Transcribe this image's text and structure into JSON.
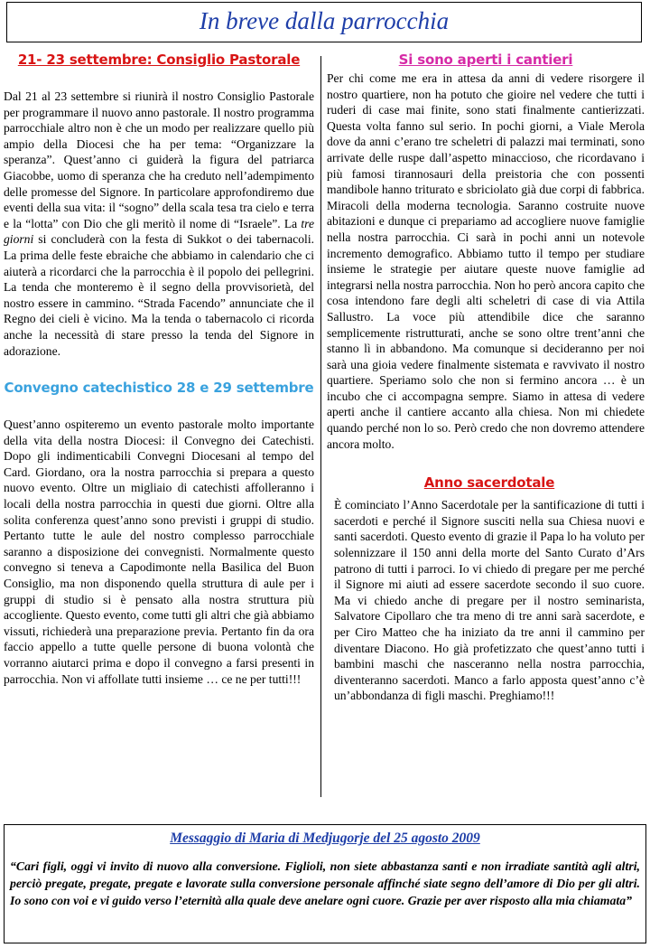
{
  "header": {
    "title": "In breve dalla parrocchia"
  },
  "left": {
    "section1": {
      "title": "21- 23 settembre: Consiglio Pastorale",
      "text_a": "Dal 21 al 23 settembre si riunirà il nostro Consiglio Pastorale per programmare il nuovo anno pastorale. Il nostro programma parrocchiale altro non è che un modo per realizzare quello più ampio della Diocesi che ha per tema: “Organizzare la speranza”. Quest’anno ci guiderà la figura del patriarca Giacobbe, uomo di speranza che ha creduto nell’adempimento delle promesse del Signore. In particolare approfondiremo due eventi della sua vita: il “sogno” della scala tesa tra cielo e terra e la “lotta” con Dio che gli meritò il nome di “Israele”. La ",
      "text_em": "tre giorni",
      "text_b": " si concluderà con la festa di Sukkot o dei tabernacoli. La prima delle feste ebraiche che abbiamo in calendario che ci aiuterà a ricordarci che la parrocchia è il popolo dei pellegrini. La tenda che monteremo è il segno della provvisorietà, del nostro essere in cammino. “Strada Facendo” annunciate che il Regno dei cieli è vicino. Ma la tenda o tabernacolo ci ricorda anche la necessità di stare presso la tenda del Signore in adorazione."
    },
    "section2": {
      "title": "Convegno catechistico 28 e 29 settembre",
      "text": "Quest’anno ospiteremo un evento pastorale molto importante della vita della nostra Diocesi: il Convegno dei Catechisti. Dopo gli indimenticabili Convegni Diocesani al tempo del Card. Giordano, ora la nostra parrocchia si prepara a questo nuovo evento. Oltre un migliaio di catechisti affolleranno i locali della nostra parrocchia in questi due giorni. Oltre alla solita conferenza quest’anno sono previsti i gruppi di studio. Pertanto tutte le aule del nostro complesso parrocchiale saranno a disposizione dei convegnisti. Normalmente questo convegno si teneva a Capodimonte nella Basilica del Buon Consiglio, ma non disponendo quella struttura di aule per i gruppi di studio si è pensato alla nostra struttura più accogliente. Questo evento, come tutti gli altri che già abbiamo vissuti, richiederà una preparazione previa. Pertanto fin da ora faccio appello a tutte quelle persone di buona volontà che vorranno aiutarci prima e dopo il convegno a farsi presenti in parrocchia. Non vi affollate tutti insieme … ce ne per tutti!!!"
    }
  },
  "right": {
    "section1": {
      "title": "Si sono aperti i cantieri",
      "text": "Per chi come me era in attesa da anni di vedere risorgere il nostro quartiere, non ha potuto che gioire nel vedere che tutti i ruderi di case mai finite, sono stati finalmente cantierizzati. Questa volta fanno sul serio. In pochi giorni, a Viale Merola dove da anni c’erano tre scheletri di palazzi mai terminati, sono arrivate delle ruspe dall’aspetto minaccioso, che ricordavano i più famosi tirannosauri della preistoria che con possenti mandibole hanno triturato e sbriciolato già due corpi di fabbrica. Miracoli della moderna tecnologia. Saranno costruite nuove abitazioni e dunque ci prepariamo ad accogliere nuove famiglie nella nostra parrocchia. Ci sarà in pochi anni un notevole incremento demografico. Abbiamo tutto il tempo per studiare insieme le strategie per aiutare queste nuove famiglie ad integrarsi nella nostra parrocchia. Non ho però ancora capito che cosa intendono fare degli alti scheletri di case di via Attila Sallustro. La voce più attendibile dice che saranno semplicemente ristrutturati, anche se sono oltre trent’anni che stanno lì in abbandono. Ma comunque si decideranno per noi sarà una gioia vedere finalmente sistemata e ravvivato il nostro quartiere. Speriamo solo che non si fermino ancora … è un incubo che ci accompagna sempre. Siamo in attesa di vedere aperti anche il cantiere accanto alla chiesa. Non mi chiedete quando perché non lo so. Però credo che non dovremo attendere ancora molto."
    },
    "section2": {
      "title": "Anno sacerdotale",
      "text": "È cominciato l’Anno Sacerdotale per la santificazione di tutti i sacerdoti e perché il Signore susciti nella sua Chiesa nuovi e santi sacerdoti. Questo evento di grazie il Papa lo ha voluto per solennizzare il 150 anni della morte del Santo Curato d’Ars patrono di tutti i parroci. Io vi chiedo di pregare per me perché il Signore mi aiuti ad essere sacerdote secondo il suo cuore. Ma vi chiedo anche di pregare per il nostro seminarista, Salvatore Cipollaro che tra meno di tre anni sarà sacerdote, e per Ciro Matteo che ha iniziato da tre anni il cammino per diventare Diacono. Ho già profetizzato che quest’anno tutti i bambini maschi che nasceranno nella nostra parrocchia, diventeranno sacerdoti. Manco a farlo apposta quest’anno c’è un’abbondanza di figli maschi. Preghiamo!!!"
    }
  },
  "message": {
    "title": "Messaggio di Maria di Medjugorje del 25 agosto 2009",
    "text": "“Cari figli, oggi vi invito di nuovo alla conversione. Figlioli, non siete abbastanza santi e non irradiate santità agli altri, perciò pregate, pregate, pregate e lavorate sulla conversione personale affinché siate segno dell’amore di Dio per gli altri. Io sono con voi e vi guido verso l’eternità alla quale deve anelare ogni cuore. Grazie per aver risposto alla mia chiamata”"
  },
  "colors": {
    "title_blue": "#1e3ea8",
    "section_red": "#d81414",
    "section_magenta": "#d62aa6",
    "section_cyan": "#3aa2de"
  }
}
